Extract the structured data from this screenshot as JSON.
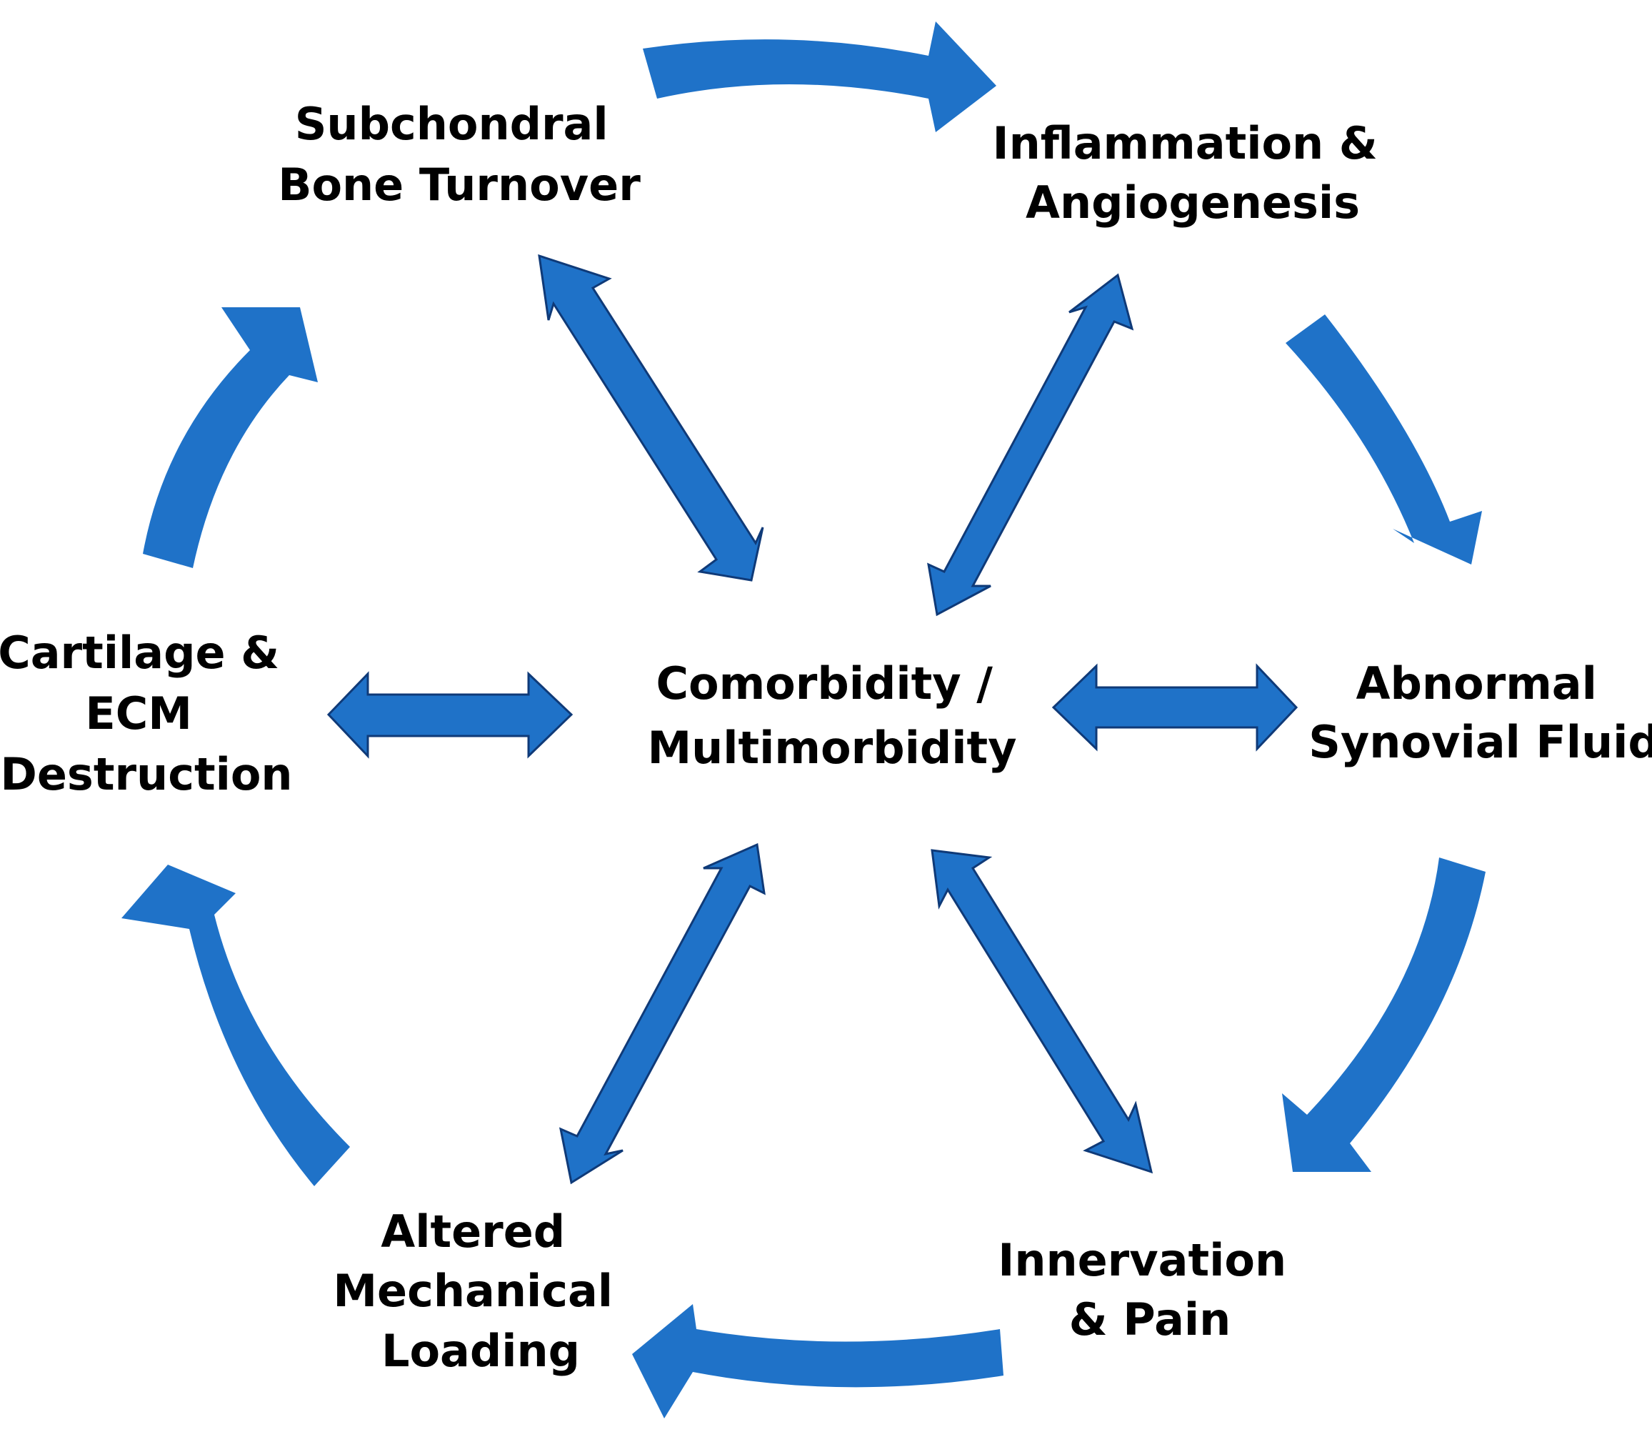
{
  "colors": {
    "arrow_fill": "#1F72C8",
    "arrow_outline": "#0F3A78",
    "text": "#000000"
  },
  "nodes": {
    "center": [
      "Comorbidity /",
      "Multimorbidity"
    ],
    "subchondral": [
      "Subchondral",
      "Bone Turnover"
    ],
    "inflammation": [
      "Inflammation &",
      "Angiogenesis"
    ],
    "synovial": [
      "Abnormal",
      "Synovial Fluid"
    ],
    "innervation": [
      "Innervation",
      "& Pain"
    ],
    "mechanical": [
      "Altered",
      "Mechanical",
      "Loading"
    ],
    "cartilage": [
      "Cartilage &",
      "ECM",
      "Destruction"
    ]
  },
  "cycle_order": [
    "subchondral",
    "inflammation",
    "synovial",
    "innervation",
    "mechanical",
    "cartilage"
  ],
  "links_to_center": [
    "subchondral",
    "inflammation",
    "synovial",
    "innervation",
    "mechanical",
    "cartilage"
  ]
}
